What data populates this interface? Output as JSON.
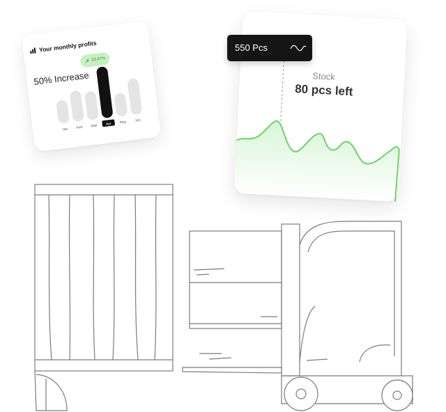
{
  "profit_card": {
    "title": "Your monthly profits",
    "value": "50% Increase",
    "badge": "23.47%",
    "months": [
      "Jan",
      "Feb",
      "Mar",
      "Apr",
      "May",
      "Jun"
    ],
    "bar_levels": [
      0.45,
      0.6,
      0.55,
      1.0,
      0.45,
      0.7
    ],
    "active_month_index": 3,
    "icons": [
      "bar-chart-icon",
      "trend-up-icon"
    ],
    "colors": {
      "bar": "#e4e4e4",
      "active_bar": "#111111",
      "badge_bg": "#c7f0c2",
      "badge_text": "#3f8b39"
    }
  },
  "stock_card": {
    "pill_label": "550 Pcs",
    "label": "Stock",
    "value": "80 pcs left",
    "icons": [
      "wave-icon"
    ],
    "colors": {
      "line": "#6fd06a",
      "pill_bg": "#151515"
    }
  }
}
